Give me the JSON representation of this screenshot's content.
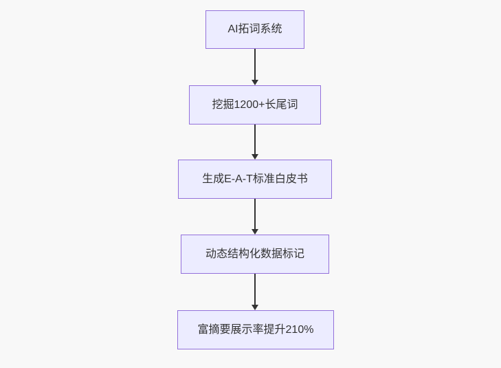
{
  "flowchart": {
    "type": "flowchart-top-down",
    "nodes": [
      {
        "id": "node-1",
        "label": "AI拓词系统"
      },
      {
        "id": "node-2",
        "label": "挖掘1200+长尾词"
      },
      {
        "id": "node-3",
        "label": "生成E-A-T标准白皮书"
      },
      {
        "id": "node-4",
        "label": "动态结构化数据标记"
      },
      {
        "id": "node-5",
        "label": "富摘要展示率提升210%"
      }
    ],
    "edges": [
      {
        "from": "AI拓词系统",
        "to": "挖掘1200+长尾词"
      },
      {
        "from": "挖掘1200+长尾词",
        "to": "生成E-A-T标准白皮书"
      },
      {
        "from": "生成E-A-T标准白皮书",
        "to": "动态结构化数据标记"
      },
      {
        "from": "动态结构化数据标记",
        "to": "富摘要展示率提升210%"
      }
    ],
    "style": {
      "node_fill": "#ECECFF",
      "node_border": "#9370DB",
      "text_color": "#333333",
      "arrow_color": "#333333",
      "canvas_background": "#f8f8f8"
    }
  }
}
